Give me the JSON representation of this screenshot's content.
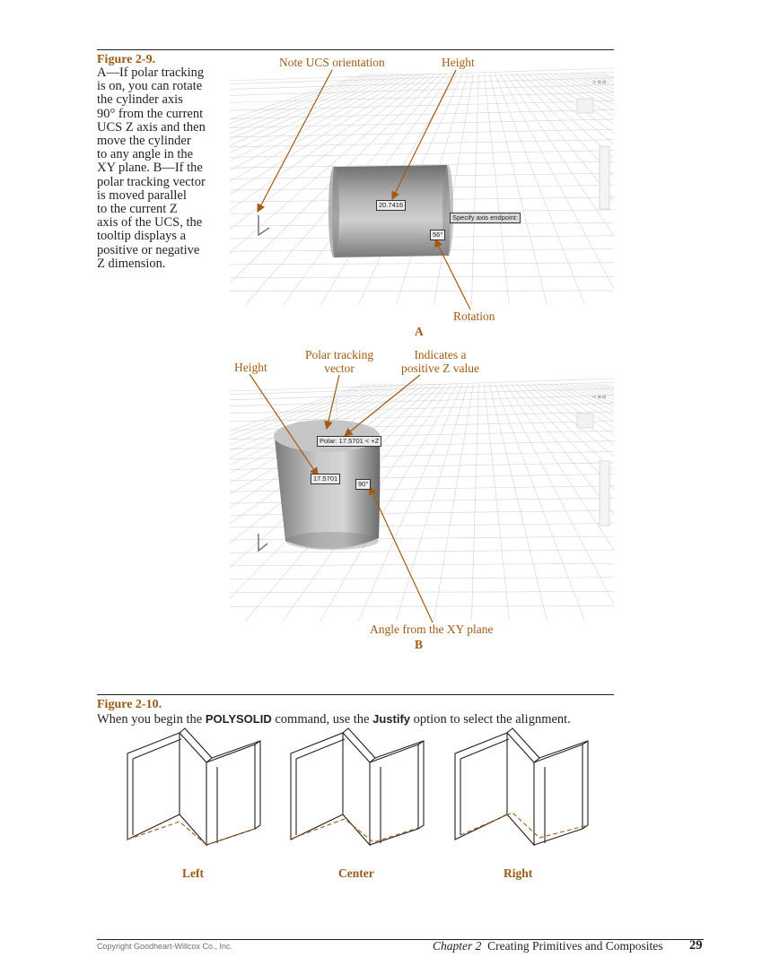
{
  "figure9": {
    "label": "Figure 2-9.",
    "caption_lines": [
      "A—If polar tracking",
      "is on, you can rotate",
      "the cylinder axis",
      "90° from the current",
      "UCS Z axis and then",
      "move the cylinder",
      "to any angle in the",
      "XY plane. B—If the",
      "polar tracking vector",
      "is moved parallel",
      "to the current Z",
      "axis of the UCS, the",
      "tooltip displays a",
      "positive or negative",
      "Z dimension."
    ],
    "panel_a": {
      "letter": "A",
      "callouts": {
        "ucs": "Note UCS orientation",
        "height": "Height",
        "rotation": "Rotation"
      },
      "tooltips": {
        "height_value": "20.7416",
        "prompt": "Specify axis endpoint:",
        "angle": "56°"
      }
    },
    "panel_b": {
      "letter": "B",
      "callouts": {
        "height": "Height",
        "polar_vector_line1": "Polar tracking",
        "polar_vector_line2": "vector",
        "positive_z_line1": "Indicates a",
        "positive_z_line2": "positive Z value",
        "angle_xy": "Angle from the XY plane"
      },
      "tooltips": {
        "polar": "Polar: 17.5701 < +Z",
        "height_value": "17.5701",
        "angle": "90°"
      }
    }
  },
  "figure10": {
    "label": "Figure 2-10.",
    "caption_before": "When you begin the ",
    "command": "POLYSOLID",
    "caption_middle": " command, use the ",
    "option": "Justify",
    "caption_after": " option to select the alignment.",
    "labels": [
      "Left",
      "Center",
      "Right"
    ]
  },
  "footer": {
    "copyright": "Copyright Goodheart-Willcox Co., Inc.",
    "chapter_label": "Chapter 2",
    "chapter_title": "Creating Primitives and Composites",
    "page_number": "29"
  },
  "colors": {
    "accent": "#a25b12",
    "text": "#231f20"
  }
}
